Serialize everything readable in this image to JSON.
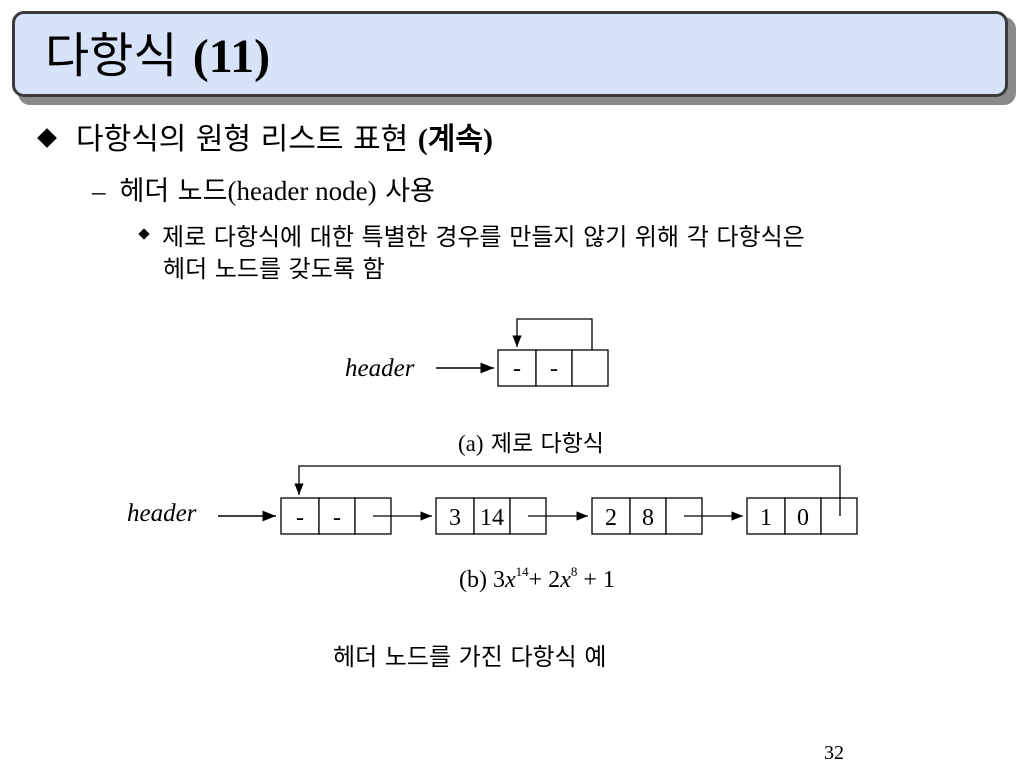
{
  "title": {
    "korean": "다항식",
    "number": "(11)"
  },
  "bullet1": {
    "korean": "다항식의 원형 리스트 표현",
    "paren": "(계속)"
  },
  "bullet2": {
    "dash": "–",
    "pre": "헤더 노드",
    "latin": "(header node)",
    "post": "사용"
  },
  "bullet3": {
    "line1": "제로 다항식에 대한 특별한 경우를 만들지 않기 위해 각 다항식은",
    "line2": "헤더 노드를 갖도록 함"
  },
  "diagram_a": {
    "header_label": "header",
    "cells": [
      "-",
      "-",
      ""
    ],
    "caption_latin": "(a)",
    "caption_korean": "제로 다항식"
  },
  "diagram_b": {
    "header_label": "header",
    "nodes": [
      {
        "coef": "-",
        "exp": "-"
      },
      {
        "coef": "3",
        "exp": "14"
      },
      {
        "coef": "2",
        "exp": "8"
      },
      {
        "coef": "1",
        "exp": "0"
      }
    ],
    "caption": {
      "prefix": "(b) 3",
      "x1": "x",
      "sup1": "14",
      "mid": "+ 2",
      "x2": "x",
      "sup2": "8",
      "tail": "+  1"
    }
  },
  "figure_caption": "헤더 노드를 가진 다항식 예",
  "page_number": "32"
}
